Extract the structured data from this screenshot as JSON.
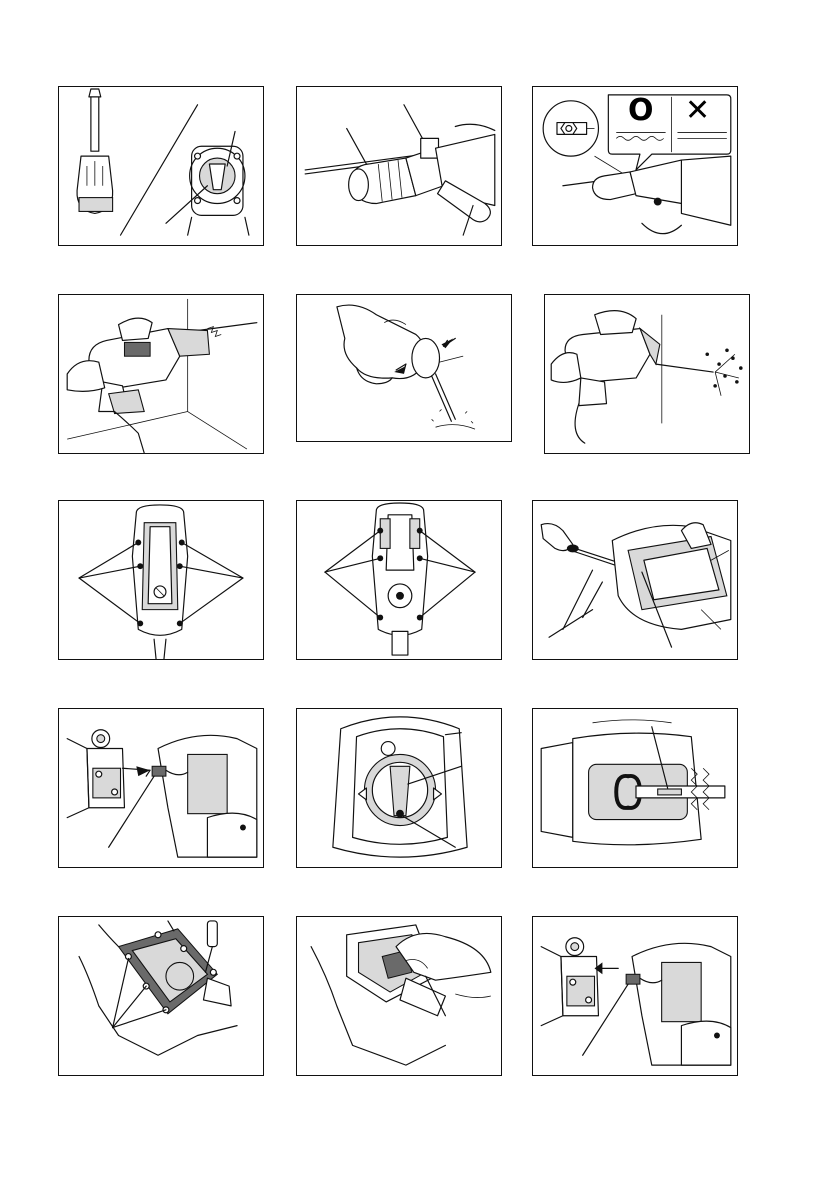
{
  "page": {
    "description_free": true
  },
  "figure_grid": {
    "rows": 5,
    "columns": 3
  },
  "callout_marks": {
    "correct_symbol": "O",
    "incorrect_symbol": "✕"
  }
}
